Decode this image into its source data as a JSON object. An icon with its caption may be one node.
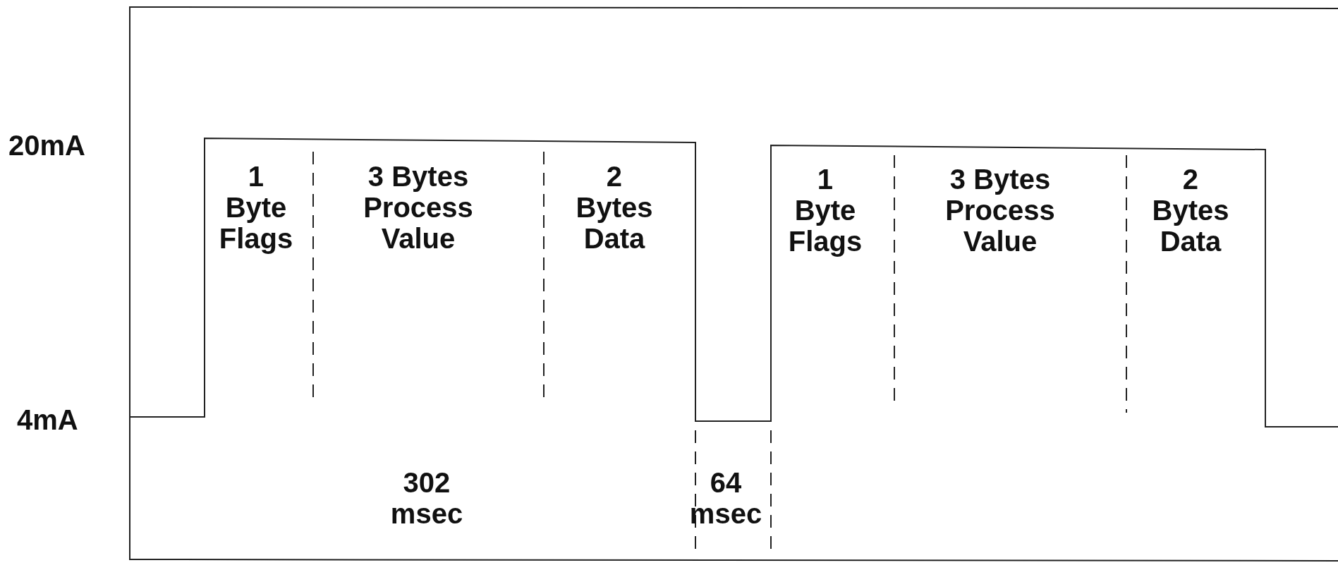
{
  "diagram": {
    "labels": [
      "20mA",
      "1 Byte Flags",
      "3 Bytes Process Value",
      "2 Bytes Data",
      "1 Byte Flags",
      "3 Bytes Process Value",
      "2 Bytes Data",
      "4mA",
      "302 msec",
      "64 msec"
    ]
  }
}
